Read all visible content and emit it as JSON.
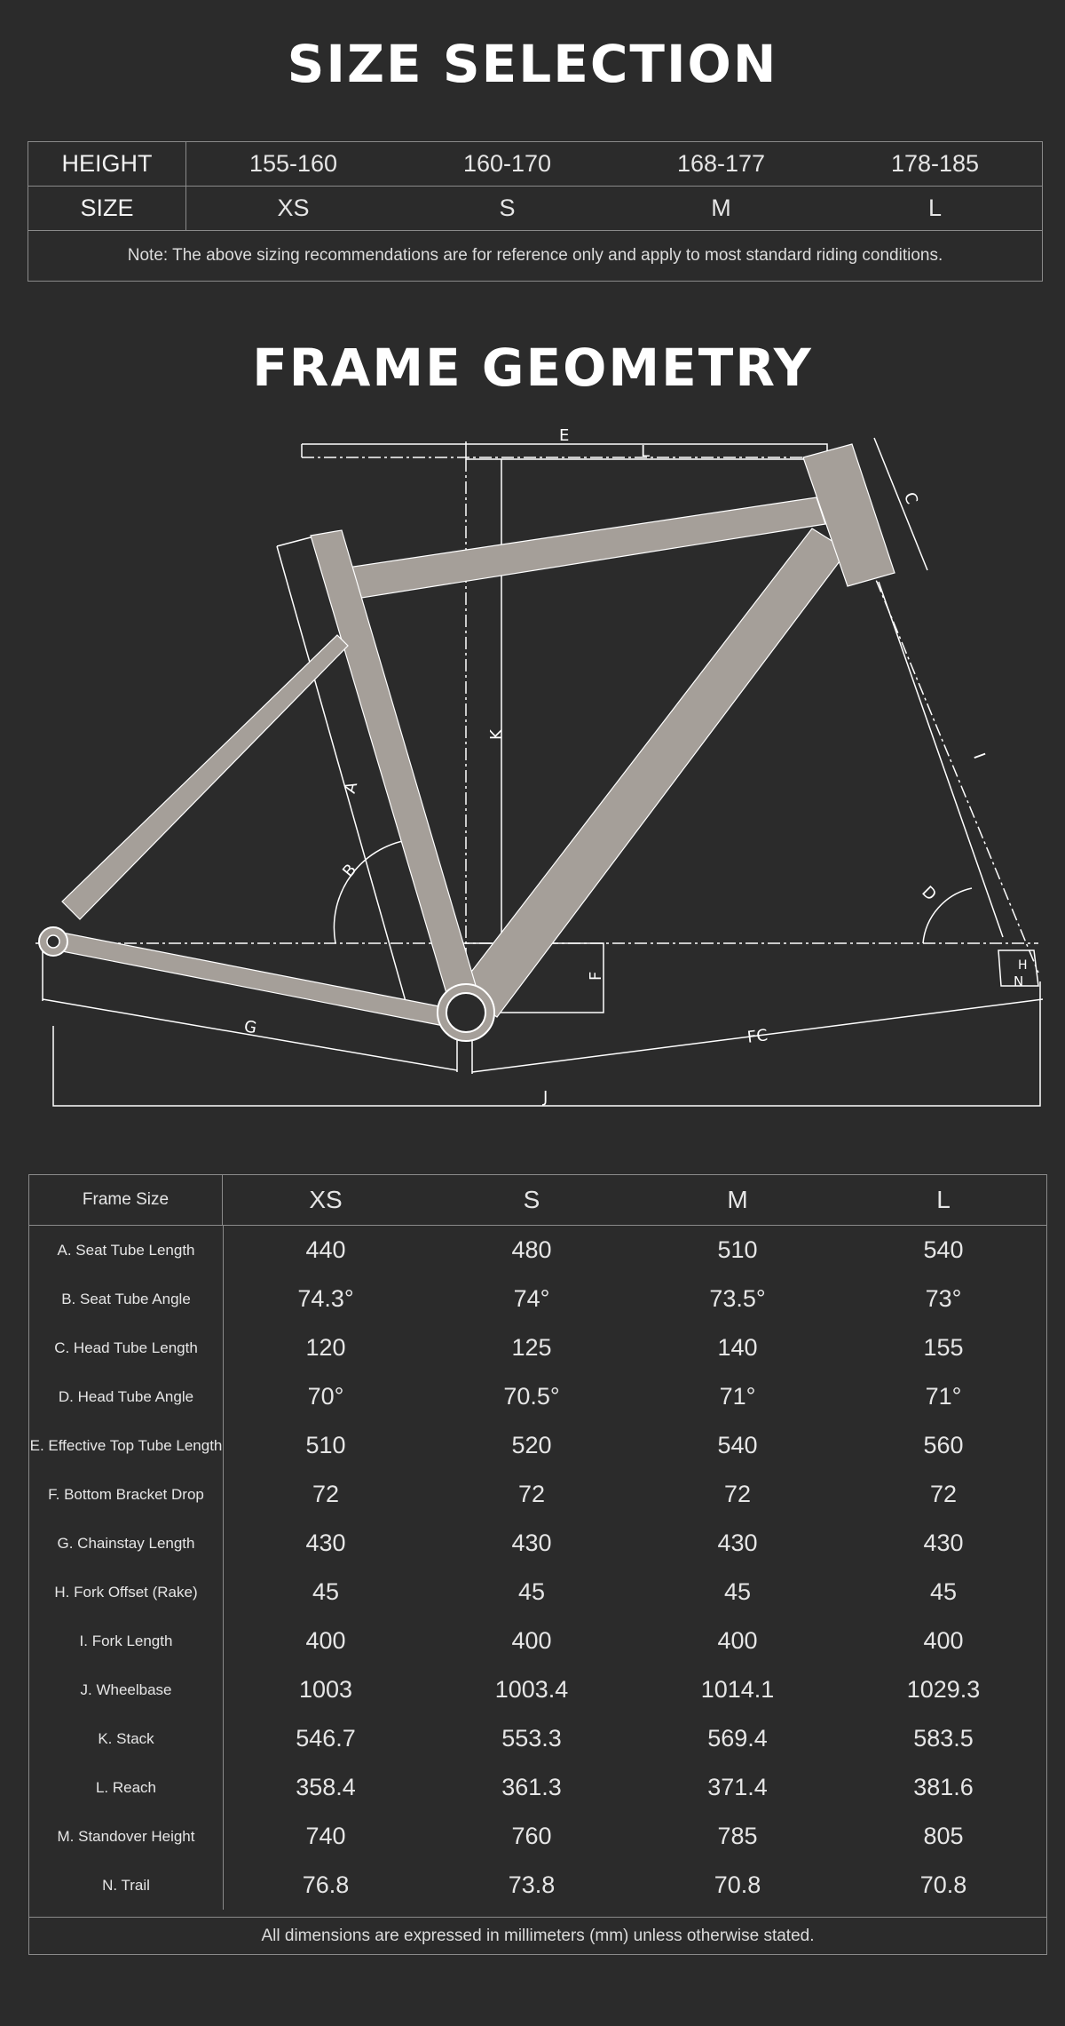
{
  "size_selection": {
    "title": "SIZE SELECTION",
    "height_label": "HEIGHT",
    "size_label": "SIZE",
    "heights": [
      "155-160",
      "160-170",
      "168-177",
      "178-185"
    ],
    "sizes": [
      "XS",
      "S",
      "M",
      "L"
    ],
    "note": "Note: The above sizing recommendations are for reference only and apply to most standard riding conditions."
  },
  "frame_geometry": {
    "title": "FRAME GEOMETRY",
    "diagram_labels": {
      "A": "A",
      "B": "B",
      "C": "C",
      "D": "D",
      "E": "E",
      "F": "F",
      "G": "G",
      "H": "H",
      "I": "I",
      "J": "J",
      "K": "K",
      "L": "L",
      "N": "N",
      "FC": "FC"
    }
  },
  "geometry_table": {
    "header_label": "Frame Size",
    "sizes": [
      "XS",
      "S",
      "M",
      "L"
    ],
    "rows": [
      {
        "label": "A. Seat Tube Length",
        "values": [
          "440",
          "480",
          "510",
          "540"
        ]
      },
      {
        "label": "B. Seat Tube Angle",
        "values": [
          "74.3°",
          "74°",
          "73.5°",
          "73°"
        ]
      },
      {
        "label": "C. Head Tube Length",
        "values": [
          "120",
          "125",
          "140",
          "155"
        ]
      },
      {
        "label": "D. Head Tube Angle",
        "values": [
          "70°",
          "70.5°",
          "71°",
          "71°"
        ]
      },
      {
        "label": "E. Effective Top Tube Length",
        "values": [
          "510",
          "520",
          "540",
          "560"
        ]
      },
      {
        "label": "F. Bottom Bracket Drop",
        "values": [
          "72",
          "72",
          "72",
          "72"
        ]
      },
      {
        "label": "G. Chainstay Length",
        "values": [
          "430",
          "430",
          "430",
          "430"
        ]
      },
      {
        "label": "H. Fork Offset (Rake)",
        "values": [
          "45",
          "45",
          "45",
          "45"
        ]
      },
      {
        "label": "I. Fork Length",
        "values": [
          "400",
          "400",
          "400",
          "400"
        ]
      },
      {
        "label": "J. Wheelbase",
        "values": [
          "1003",
          "1003.4",
          "1014.1",
          "1029.3"
        ]
      },
      {
        "label": "K. Stack",
        "values": [
          "546.7",
          "553.3",
          "569.4",
          "583.5"
        ]
      },
      {
        "label": "L. Reach",
        "values": [
          "358.4",
          "361.3",
          "371.4",
          "381.6"
        ]
      },
      {
        "label": "M. Standover Height",
        "values": [
          "740",
          "760",
          "785",
          "805"
        ]
      },
      {
        "label": "N. Trail",
        "values": [
          "76.8",
          "73.8",
          "70.8",
          "70.8"
        ]
      }
    ],
    "footer": "All dimensions are expressed in millimeters (mm) unless otherwise stated."
  },
  "colors": {
    "background": "#2b2b2b",
    "frame_fill": "#a59f99",
    "line": "#ffffff",
    "table_border": "#8a8a8a"
  }
}
